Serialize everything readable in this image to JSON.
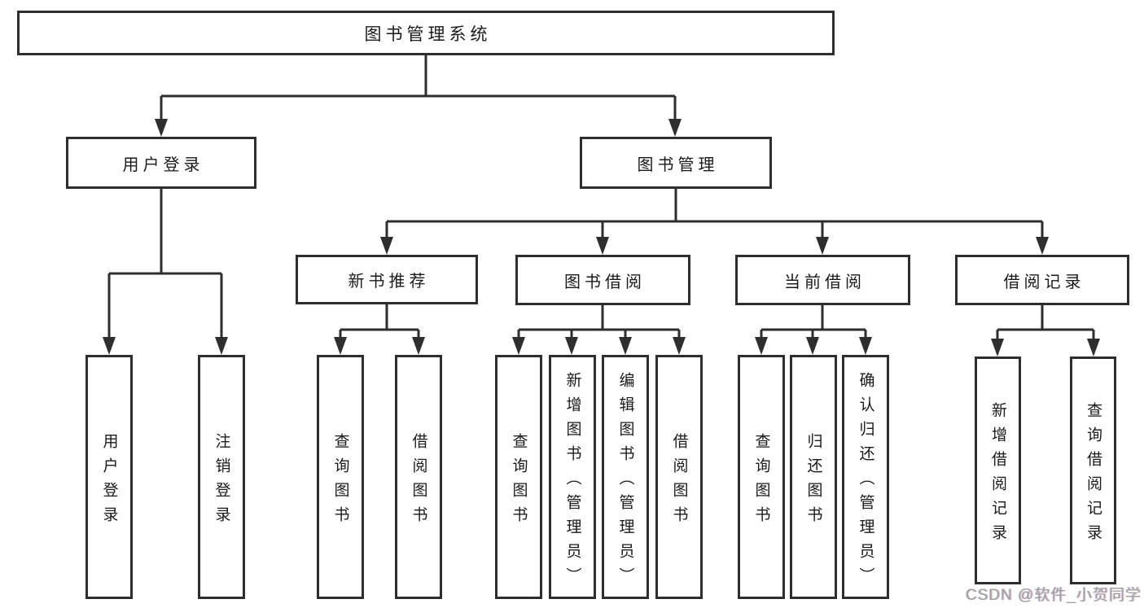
{
  "tree": {
    "label": "图书管理系统",
    "children": [
      {
        "label": "用户登录",
        "children": [
          {
            "label": "用户登录"
          },
          {
            "label": "注销登录"
          }
        ]
      },
      {
        "label": "图书管理",
        "children": [
          {
            "label": "新书推荐",
            "children": [
              {
                "label": "查询图书"
              },
              {
                "label": "借阅图书"
              }
            ]
          },
          {
            "label": "图书借阅",
            "children": [
              {
                "label": "查询图书"
              },
              {
                "label": "新增图书（管理员）"
              },
              {
                "label": "编辑图书（管理员）"
              },
              {
                "label": "借阅图书"
              }
            ]
          },
          {
            "label": "当前借阅",
            "children": [
              {
                "label": "查询图书"
              },
              {
                "label": "归还图书"
              },
              {
                "label": "确认归还（管理员）"
              }
            ]
          },
          {
            "label": "借阅记录",
            "children": [
              {
                "label": "新增借阅记录"
              },
              {
                "label": "查询借阅记录"
              }
            ]
          }
        ]
      }
    ]
  },
  "watermark": "CSDN @软件_小贺同学",
  "colors": {
    "line": "#2e2e2e",
    "text": "#1a1a1a",
    "box_background": "#ffffff",
    "watermark": "#a0a0a0"
  }
}
